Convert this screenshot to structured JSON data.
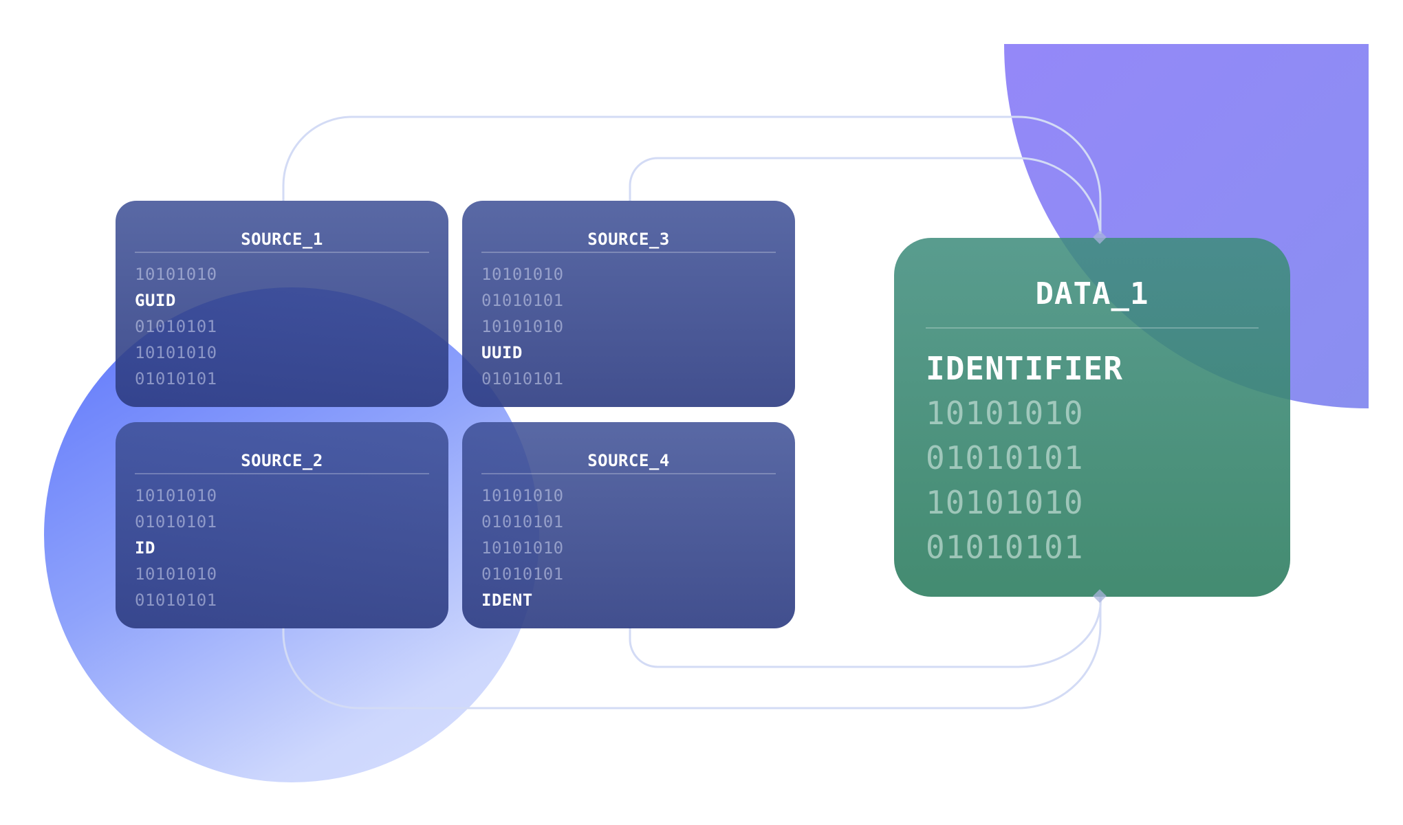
{
  "diagram": {
    "type": "data-mapping",
    "colors": {
      "source_card": "#3e5096",
      "data_card": "#3e8c7c",
      "connector": "#d3dbf5",
      "circle_accent": "#5b73fb",
      "quarter_accent": "#9488f8"
    },
    "sources": [
      {
        "id": "source_1",
        "title": "SOURCE_1",
        "rows": [
          {
            "text": "10101010",
            "highlight": false
          },
          {
            "text": "GUID",
            "highlight": true
          },
          {
            "text": "01010101",
            "highlight": false
          },
          {
            "text": "10101010",
            "highlight": false
          },
          {
            "text": "01010101",
            "highlight": false
          }
        ]
      },
      {
        "id": "source_3",
        "title": "SOURCE_3",
        "rows": [
          {
            "text": "10101010",
            "highlight": false
          },
          {
            "text": "01010101",
            "highlight": false
          },
          {
            "text": "10101010",
            "highlight": false
          },
          {
            "text": "UUID",
            "highlight": true
          },
          {
            "text": "01010101",
            "highlight": false
          }
        ]
      },
      {
        "id": "source_2",
        "title": "SOURCE_2",
        "rows": [
          {
            "text": "10101010",
            "highlight": false
          },
          {
            "text": "01010101",
            "highlight": false
          },
          {
            "text": "ID",
            "highlight": true
          },
          {
            "text": "10101010",
            "highlight": false
          },
          {
            "text": "01010101",
            "highlight": false
          }
        ]
      },
      {
        "id": "source_4",
        "title": "SOURCE_4",
        "rows": [
          {
            "text": "10101010",
            "highlight": false
          },
          {
            "text": "01010101",
            "highlight": false
          },
          {
            "text": "10101010",
            "highlight": false
          },
          {
            "text": "01010101",
            "highlight": false
          },
          {
            "text": "IDENT",
            "highlight": true
          }
        ]
      }
    ],
    "target": {
      "id": "data_1",
      "title": "DATA_1",
      "rows": [
        {
          "text": "IDENTIFIER",
          "highlight": true
        },
        {
          "text": "10101010",
          "highlight": false
        },
        {
          "text": "01010101",
          "highlight": false
        },
        {
          "text": "10101010",
          "highlight": false
        },
        {
          "text": "01010101",
          "highlight": false
        }
      ]
    },
    "connections": [
      {
        "from": "source_1",
        "to": "data_1",
        "side": "top"
      },
      {
        "from": "source_3",
        "to": "data_1",
        "side": "top"
      },
      {
        "from": "source_2",
        "to": "data_1",
        "side": "bottom"
      },
      {
        "from": "source_4",
        "to": "data_1",
        "side": "bottom"
      }
    ]
  }
}
